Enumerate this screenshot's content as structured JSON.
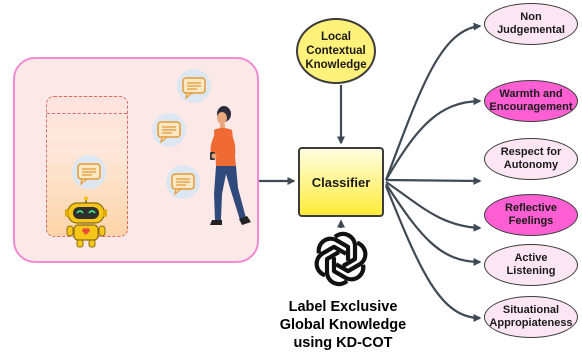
{
  "context_node": {
    "line1": "Local",
    "line2": "Contextual",
    "line3": "Knowledge"
  },
  "classifier": {
    "label": "Classifier"
  },
  "outputs": [
    {
      "line1": "Non",
      "line2": "Judgemental",
      "style": "light"
    },
    {
      "line1": "Warmth and",
      "line2": "Encouragement",
      "style": "dark"
    },
    {
      "line1": "Respect for",
      "line2": "Autonomy",
      "style": "light"
    },
    {
      "line1": "Reflective",
      "line2": "Feelings",
      "style": "dark"
    },
    {
      "line1": "Active",
      "line2": "Listening",
      "style": "light"
    },
    {
      "line1": "Situational",
      "line2": "Appropiateness",
      "style": "light"
    }
  ],
  "global_knowledge": {
    "line1": "Label Exclusive",
    "line2": "Global Knowledge",
    "line3": "using KD-COT"
  },
  "colors": {
    "panel_fill": "#fde8e8",
    "panel_border": "#f28bd3",
    "yellow": "#fff27a",
    "pink_light": "#fde6f4",
    "pink_dark": "#ff5fd2",
    "connector": "#3f4a55"
  },
  "icons": [
    "chat-bubble-icon",
    "robot-icon",
    "person-with-phone-icon",
    "openai-logo-icon"
  ]
}
